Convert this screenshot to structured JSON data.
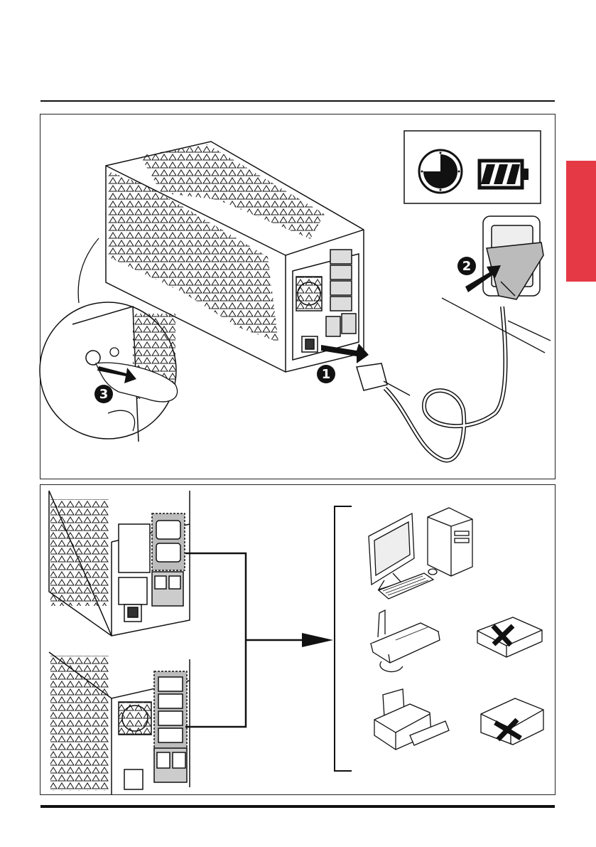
{
  "colors": {
    "accent_tab": "#e63946",
    "line": "#111111",
    "outlet_gray": "#bcbcbc"
  },
  "steps": [
    {
      "label": "1"
    },
    {
      "label": "2"
    },
    {
      "label": "3"
    }
  ],
  "icons": {
    "status_box": [
      "clock-icon",
      "battery-full-icon"
    ],
    "devices": [
      "computer-tower-icon",
      "monitor-icon",
      "keyboard-icon",
      "fax-machine-icon",
      "printer-icon",
      "crossed-out-device-icon",
      "crossed-out-laser-printer-icon"
    ]
  }
}
